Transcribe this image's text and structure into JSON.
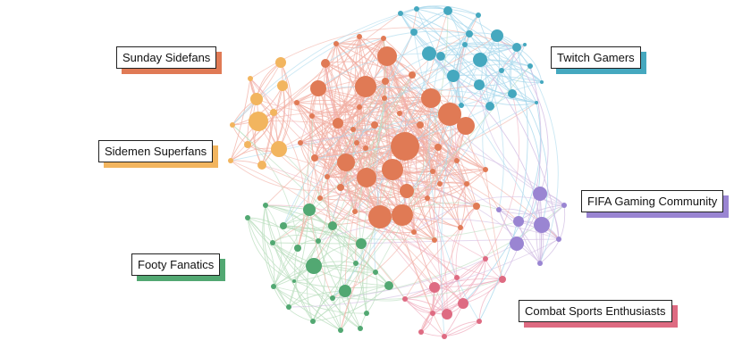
{
  "communities": [
    {
      "id": "sunday-sidefans",
      "label": "Sunday Sidefans",
      "color": "#E07A55"
    },
    {
      "id": "twitch-gamers",
      "label": "Twitch Gamers",
      "color": "#45A8BF"
    },
    {
      "id": "sidemen-superfans",
      "label": "Sidemen Superfans",
      "color": "#F2B55F"
    },
    {
      "id": "fifa-gaming-community",
      "label": "FIFA Gaming Community",
      "color": "#9A85D2"
    },
    {
      "id": "footy-fanatics",
      "label": "Footy Fanatics",
      "color": "#52A872"
    },
    {
      "id": "combat-sports-enthusiasts",
      "label": "Combat Sports Enthusiasts",
      "color": "#DE6B82"
    }
  ],
  "edge_colors": {
    "orange": "#F2AFA3",
    "blue": "#A9D8EC",
    "green": "#B9DDBE",
    "purple": "#D2BDE3",
    "pink": "#F0AFC0"
  }
}
